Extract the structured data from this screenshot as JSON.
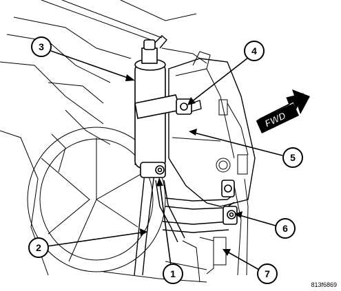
{
  "callouts": [
    {
      "label": "1"
    },
    {
      "label": "2"
    },
    {
      "label": "3"
    },
    {
      "label": "4"
    },
    {
      "label": "5"
    },
    {
      "label": "6"
    },
    {
      "label": "7"
    }
  ],
  "direction_arrow": {
    "label": "FWD"
  },
  "figure_id": "813f6869",
  "colors": {
    "line": "#000000",
    "background": "#ffffff"
  }
}
